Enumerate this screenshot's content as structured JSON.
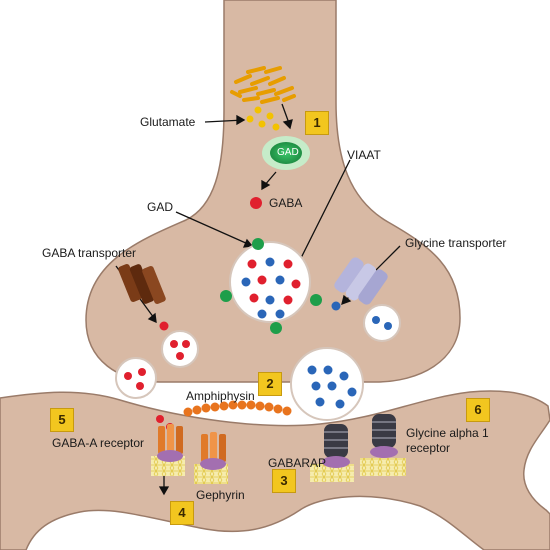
{
  "labels": {
    "glutamate": "Glutamate",
    "gad_top": "GAD",
    "gaba": "GABA",
    "viaat": "VIAAT",
    "gad": "GAD",
    "gaba_transporter": "GABA transporter",
    "glycine_transporter": "Glycine transporter",
    "amphiphysin": "Amphiphysin",
    "gaba_a_receptor": "GABA-A receptor",
    "gabarap": "GABARAP",
    "glycine_alpha_1_receptor": "Glycine alpha 1 receptor",
    "gephyrin": "Gephyrin"
  },
  "steps": [
    "1",
    "2",
    "3",
    "4",
    "5",
    "6"
  ],
  "colors": {
    "cytoplasm": "#d8b9a4",
    "cytoplasm_edge": "#9a7b69",
    "gaba_molecule": "#e0202e",
    "glycine_molecule": "#2a66b8",
    "gad_enzyme": "#2bb15a",
    "glutamate": "#f3b600",
    "step_badge": "#f2c61f",
    "gephyrin_lattice": "#f3e38a",
    "gaba_transporter": "#7a3b17",
    "glycine_transporter": "#b4b4dc",
    "receptor": "#e07a2a",
    "glycine_receptor": "#3a3a44",
    "receptor_anchor": "#a36fb0"
  }
}
